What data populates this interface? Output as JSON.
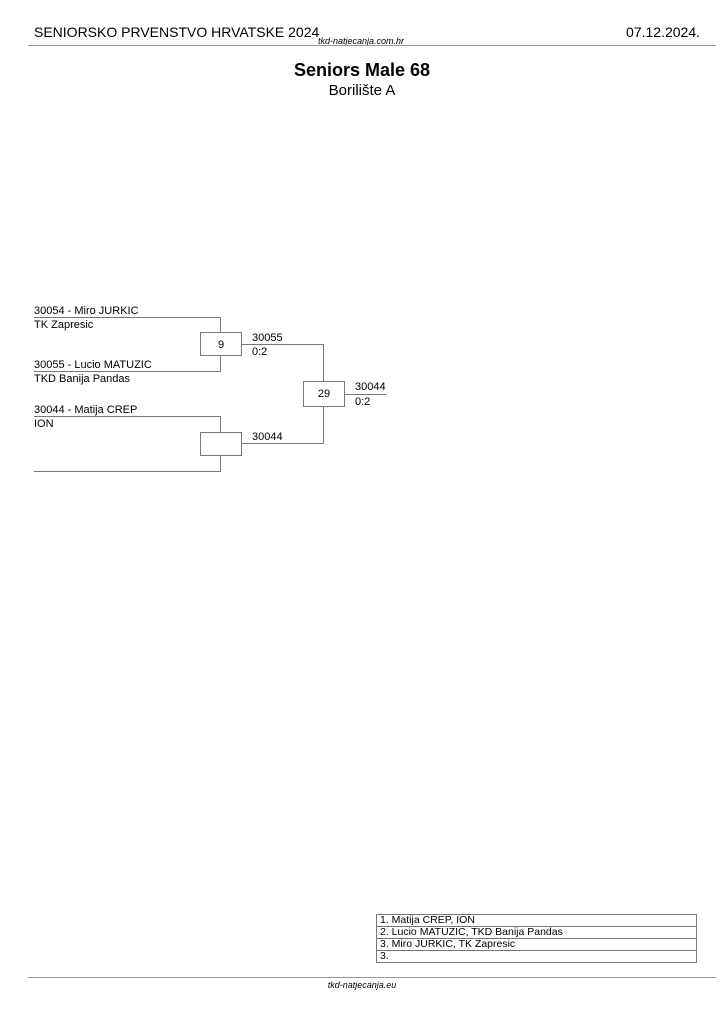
{
  "header": {
    "title": "SENIORSKO PRVENSTVO HRVATSKE 2024",
    "date": "07.12.2024.",
    "watermark": "tkd-natjecanja.com.hr"
  },
  "category": {
    "title": "Seniors Male 68",
    "area": "Borilište A"
  },
  "bracket": {
    "competitors": [
      {
        "line1": "30054 - Miro JURKIC",
        "line2": "TK Zapresic"
      },
      {
        "line1": "30055 - Lucio MATUZIC",
        "line2": "TKD Banija Pandas"
      },
      {
        "line1": "30044 - Matija CREP",
        "line2": "ION"
      }
    ],
    "matches": [
      {
        "number": "9",
        "winner": "30055",
        "score": "0:2"
      },
      {
        "number": "",
        "winner": "30044",
        "score": ""
      },
      {
        "number": "29",
        "winner": "30044",
        "score": "0:2"
      }
    ]
  },
  "results": [
    "1. Matija CREP, ION",
    "2. Lucio MATUZIC, TKD Banija Pandas",
    "3. Miro JURKIC, TK Zapresic",
    "3."
  ],
  "footer": {
    "text": "tkd-natjecanja.eu"
  }
}
